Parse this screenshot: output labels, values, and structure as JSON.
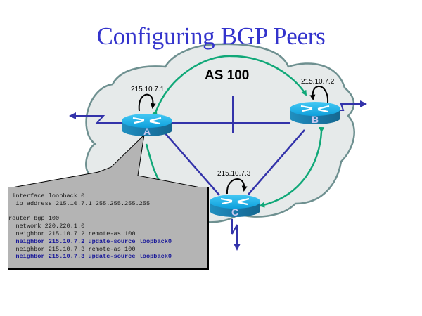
{
  "slide": {
    "title": "Configuring BGP Peers"
  },
  "diagram": {
    "as_label": "AS 100",
    "routers": [
      {
        "id": "A",
        "label": "A",
        "loopback_ip": "215.10.7.1"
      },
      {
        "id": "B",
        "label": "B",
        "loopback_ip": "215.10.7.2"
      },
      {
        "id": "C",
        "label": "C",
        "loopback_ip": "215.10.7.3"
      }
    ],
    "colors": {
      "title": "#3333cc",
      "cloud_fill": "#e6eaea",
      "cloud_stroke": "#6e9090",
      "link": "#3333aa",
      "ibgp_arrow": "#10a878",
      "router_top": "#1ab0e8",
      "router_side": "#1a80b0",
      "callout_fill": "#b4b4b4"
    }
  },
  "config": {
    "router": "A",
    "lines": [
      {
        "text": " interface loopback 0",
        "highlight": false
      },
      {
        "text": "  ip address 215.10.7.1 255.255.255.255",
        "highlight": false
      },
      {
        "text": "",
        "highlight": false
      },
      {
        "text": "router bgp 100",
        "highlight": false
      },
      {
        "text": "  network 220.220.1.0",
        "highlight": false
      },
      {
        "text": "  neighbor 215.10.7.2 remote-as 100",
        "highlight": false
      },
      {
        "text": "  neighbor 215.10.7.2 update-source loopback0",
        "highlight": true
      },
      {
        "text": "  neighbor 215.10.7.3 remote-as 100",
        "highlight": false
      },
      {
        "text": "  neighbor 215.10.7.3 update-source loopback0",
        "highlight": true
      }
    ]
  }
}
